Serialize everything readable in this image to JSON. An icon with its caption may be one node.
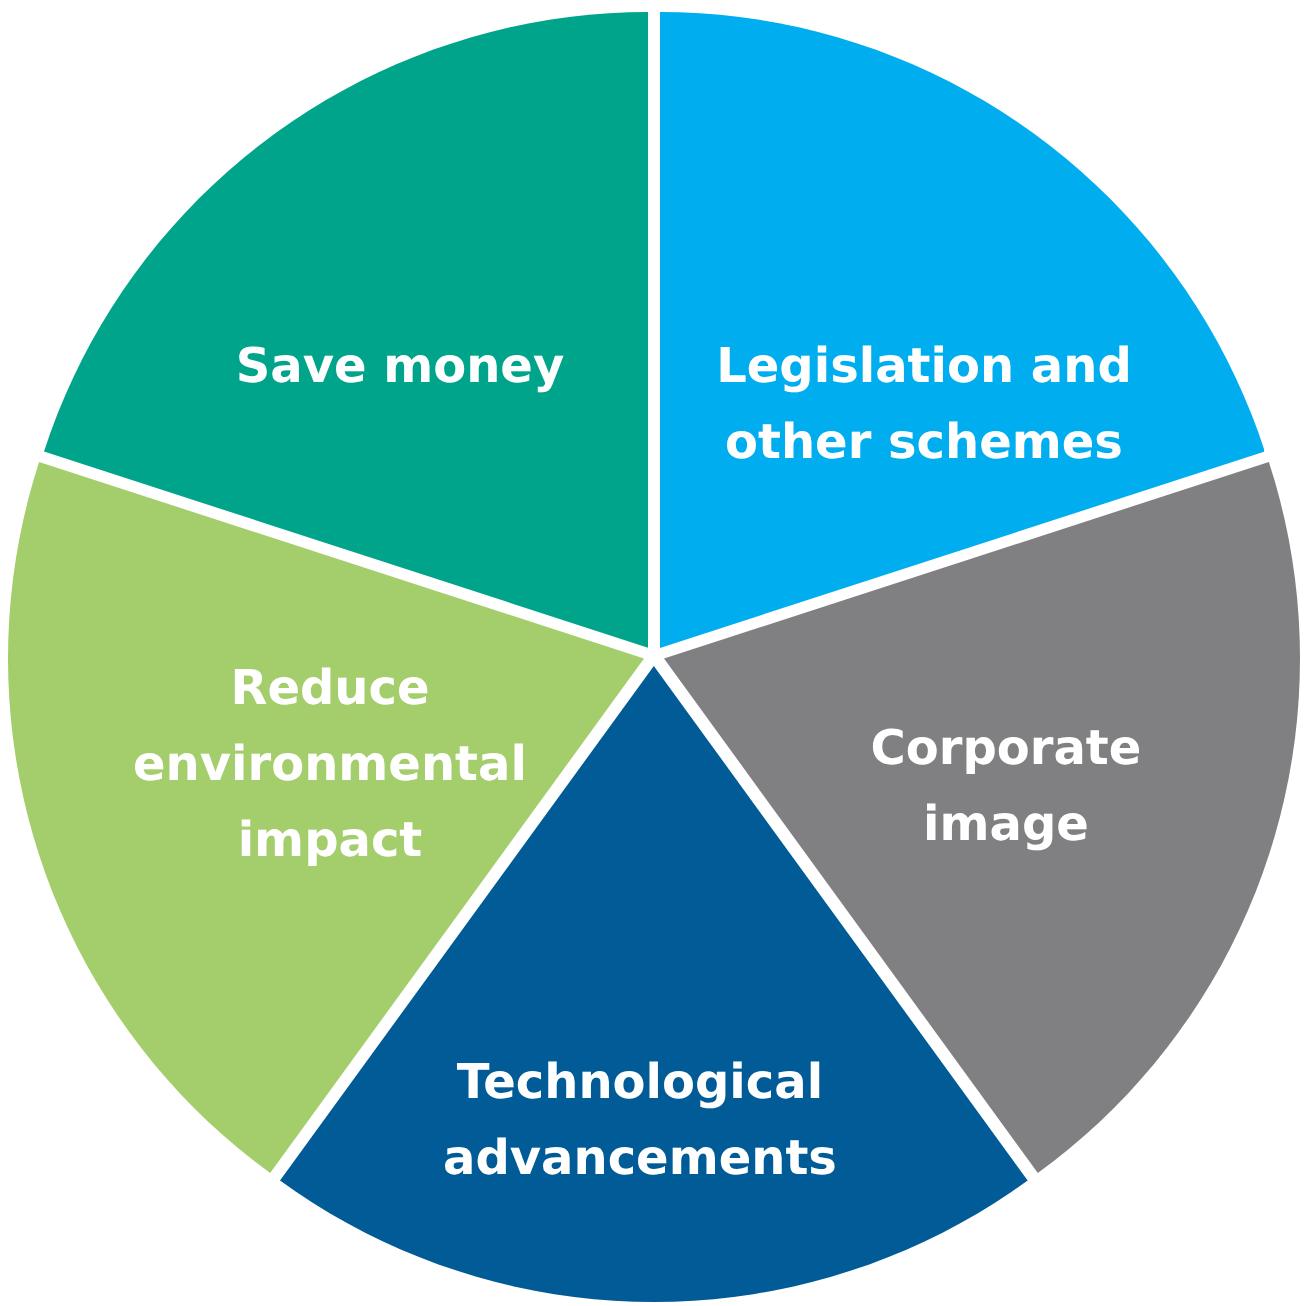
{
  "diagram": {
    "nodes": [
      {
        "text": [
          "Save money"
        ]
      },
      {
        "text": [
          "Legislation and other schemes"
        ]
      },
      {
        "text": [
          "Reduce environmental impact"
        ]
      },
      {
        "text": [
          "Corporate image"
        ]
      },
      {
        "text": [
          "Technological advancements"
        ]
      }
    ]
  }
}
